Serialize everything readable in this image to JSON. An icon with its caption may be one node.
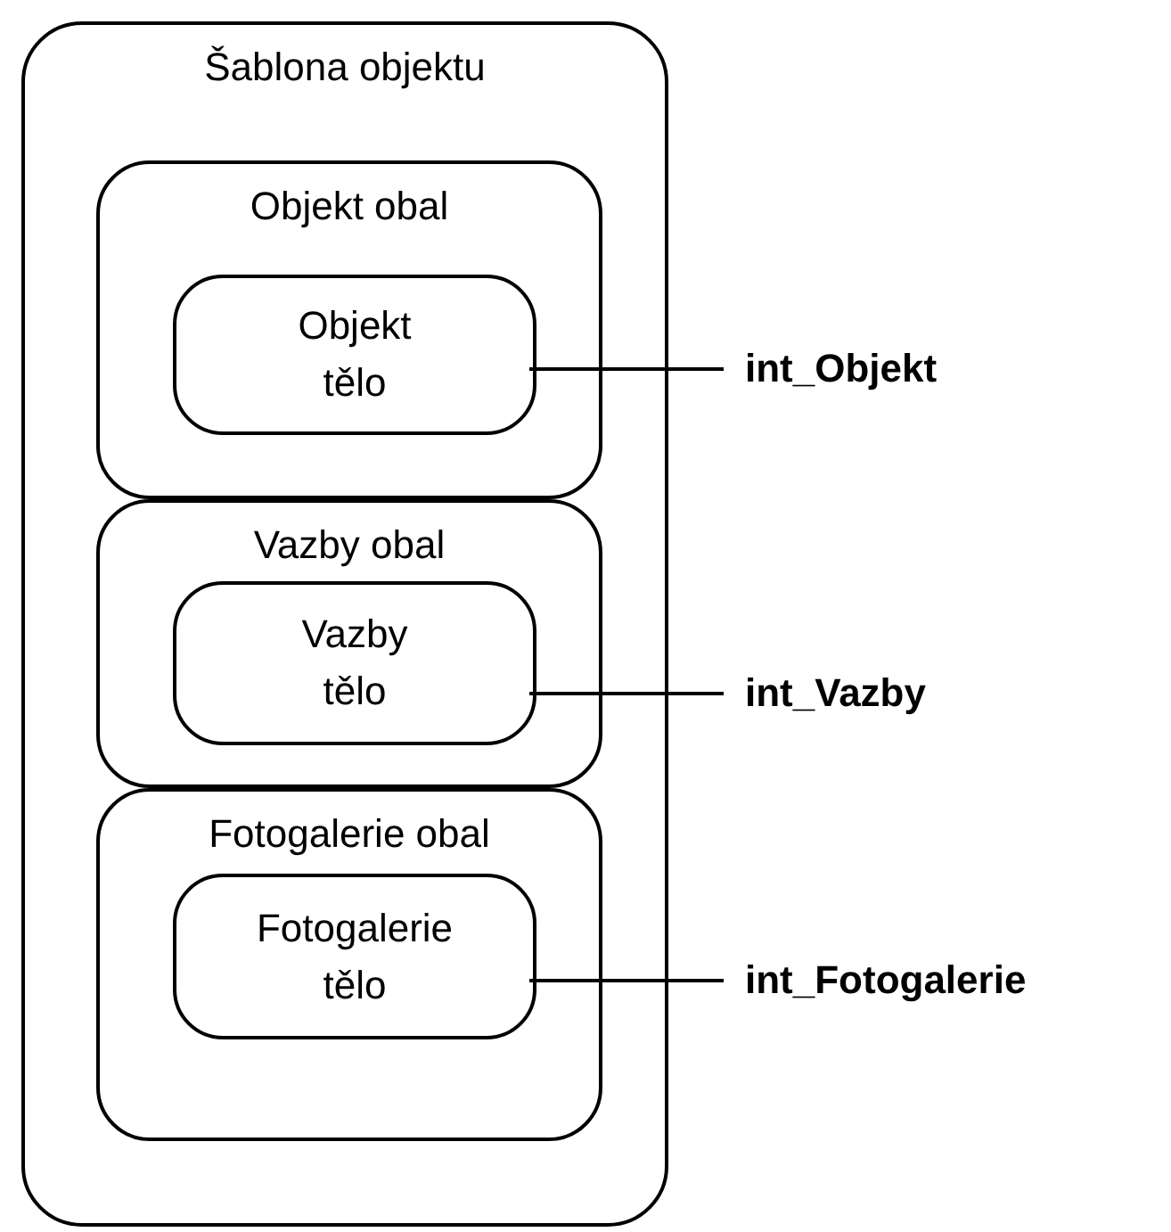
{
  "diagram": {
    "nodes": [
      {
        "text": [
          "Šablona objektu"
        ]
      },
      {
        "text": [
          "Objekt obal"
        ],
        "in": 0
      },
      {
        "text": [
          "Objekt tělo"
        ],
        "in": 1
      },
      {
        "text": [
          "Vazby obal"
        ],
        "in": 0
      },
      {
        "text": [
          "Vazby tělo"
        ],
        "in": 3
      },
      {
        "text": [
          "Fotogalerie obal"
        ],
        "in": 0
      },
      {
        "text": [
          "Fotogalerie tělo"
        ],
        "in": 5
      },
      {
        "text": [
          "int_Objekt"
        ]
      },
      {
        "text": [
          "int_Vazby"
        ]
      },
      {
        "text": [
          "int_Fotogalerie"
        ]
      }
    ],
    "edges": [
      {
        "from": 2,
        "to": 7,
        "arrow": "none"
      },
      {
        "from": 4,
        "to": 8,
        "arrow": "none"
      },
      {
        "from": 6,
        "to": 9,
        "arrow": "none"
      }
    ]
  }
}
